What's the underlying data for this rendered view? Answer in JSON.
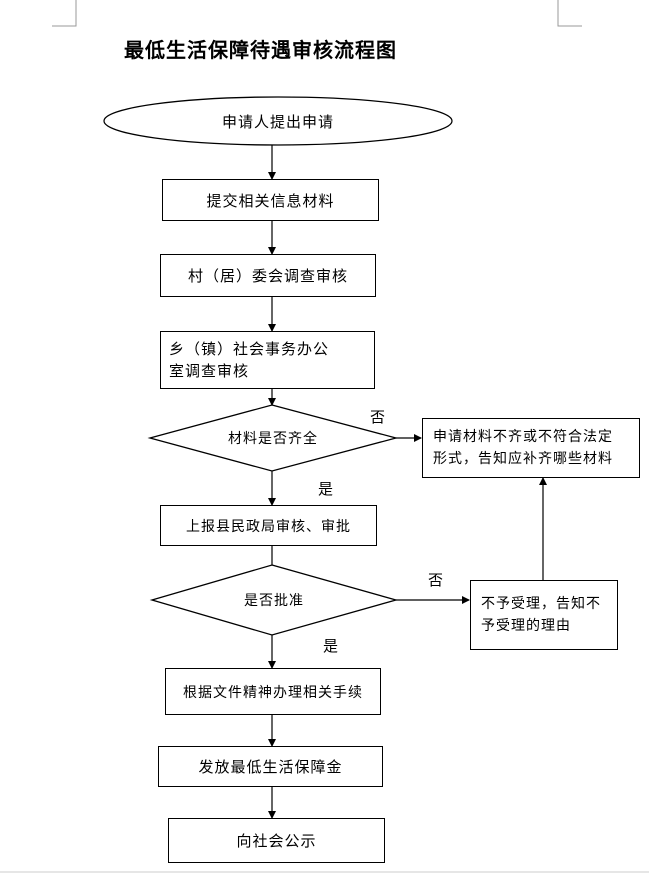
{
  "title": "最低生活保障待遇审核流程图",
  "steps": {
    "start": "申请人提出申请",
    "submit": "提交相关信息材料",
    "village": "村（居）委会调查审核",
    "township_line1": "乡（镇）社会事务办公",
    "township_line2": "室调查审核",
    "decision1": "材料是否齐全",
    "supplement_line1": "申请材料不齐或不符合法定",
    "supplement_line2": "形式，告知应补齐哪些材料",
    "report": "上报县民政局审核、审批",
    "decision2": "是否批准",
    "reject_line1": "不予受理，告知不",
    "reject_line2": "予受理的理由",
    "handle": "根据文件精神办理相关手续",
    "issue": "发放最低生活保障金",
    "publicize": "向社会公示"
  },
  "labels": {
    "no1": "否",
    "yes1": "是",
    "no2": "否",
    "yes2": "是"
  }
}
